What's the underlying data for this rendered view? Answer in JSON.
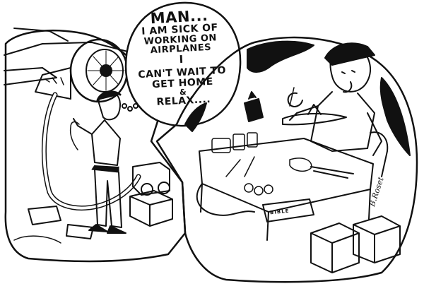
{
  "speech_bubble": {
    "line1": "MAN...",
    "line2": "I AM SICK OF",
    "line3": "WORKING ON AIRPLANES",
    "line4": "I",
    "line5": "CAN'T WAIT TO",
    "line6": "GET HOME",
    "line7": "&",
    "line8": "RELAX...."
  },
  "book_label": "BIBLE",
  "signature": "B.Roset",
  "colors": {
    "ink": "#111111",
    "paper": "#ffffff"
  }
}
